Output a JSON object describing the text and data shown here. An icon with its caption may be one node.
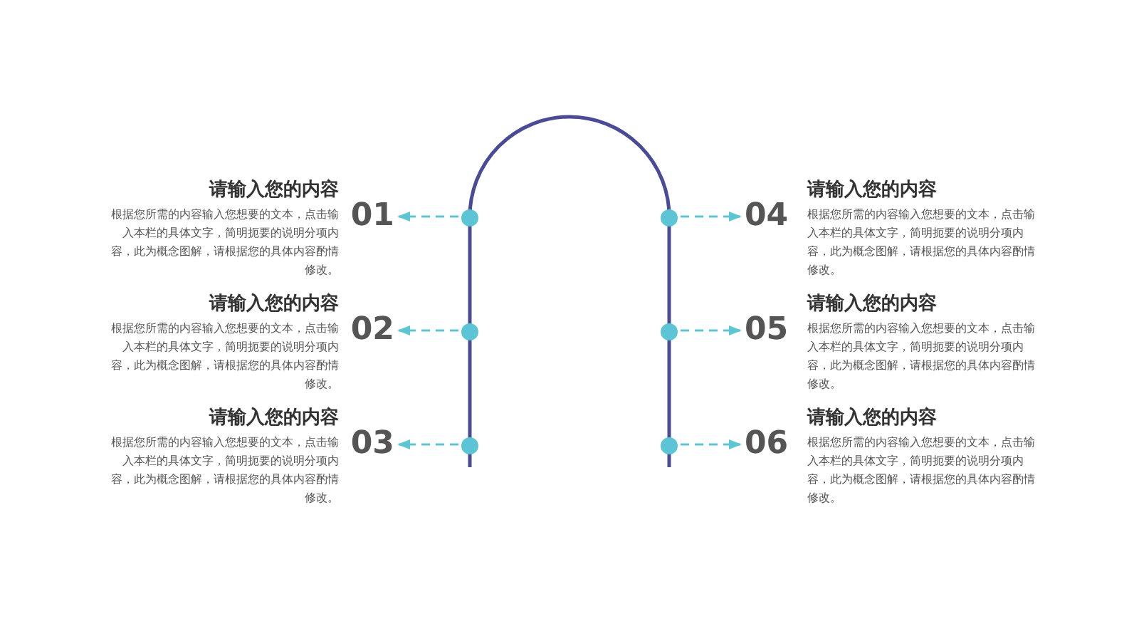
{
  "diagram": {
    "nodes": [
      {
        "text": [
          "01"
        ],
        "beside": [
          "请输入您的内容",
          "根据您所需的内容输入您想要的文本，点击输入本栏的具体文字，简明扼要的说明分项内容，此为概念图解，请根据您的具体内容酌情修改。"
        ]
      },
      {
        "text": [],
        "shape": "circle"
      },
      {
        "text": [
          "02"
        ],
        "beside": [
          "请输入您的内容",
          "根据您所需的内容输入您想要的文本，点击输入本栏的具体文字，简明扼要的说明分项内容，此为概念图解，请根据您的具体内容酌情修改。"
        ]
      },
      {
        "text": [],
        "shape": "circle"
      },
      {
        "text": [
          "03"
        ],
        "beside": [
          "请输入您的内容",
          "根据您所需的内容输入您想要的文本，点击输入本栏的具体文字，简明扼要的说明分项内容，此为概念图解，请根据您的具体内容酌情修改。"
        ]
      },
      {
        "text": [],
        "shape": "circle"
      },
      {
        "text": [
          "04"
        ],
        "beside": [
          "请输入您的内容",
          "根据您所需的内容输入您想要的文本，点击输入本栏的具体文字，简明扼要的说明分项内容，此为概念图解，请根据您的具体内容酌情修改。"
        ]
      },
      {
        "text": [],
        "shape": "circle"
      },
      {
        "text": [
          "05"
        ],
        "beside": [
          "请输入您的内容",
          "根据您所需的内容输入您想要的文本，点击输入本栏的具体文字，简明扼要的说明分项内容，此为概念图解，请根据您的具体内容酌情修改。"
        ]
      },
      {
        "text": [],
        "shape": "circle"
      },
      {
        "text": [
          "06"
        ],
        "beside": [
          "请输入您的内容",
          "根据您所需的内容输入您想要的文本，点击输入本栏的具体文字，简明扼要的说明分项内容，此为概念图解，请根据您的具体内容酌情修改。"
        ]
      },
      {
        "text": [],
        "shape": "circle"
      }
    ],
    "edges": [
      {
        "from": 1,
        "to": 0,
        "arrow": "to",
        "style": "dashed"
      },
      {
        "from": 3,
        "to": 2,
        "arrow": "to",
        "style": "dashed"
      },
      {
        "from": 5,
        "to": 4,
        "arrow": "to",
        "style": "dashed"
      },
      {
        "from": 7,
        "to": 6,
        "arrow": "to",
        "style": "dashed"
      },
      {
        "from": 9,
        "to": 8,
        "arrow": "to",
        "style": "dashed"
      },
      {
        "from": 11,
        "to": 10,
        "arrow": "to",
        "style": "dashed"
      }
    ]
  }
}
